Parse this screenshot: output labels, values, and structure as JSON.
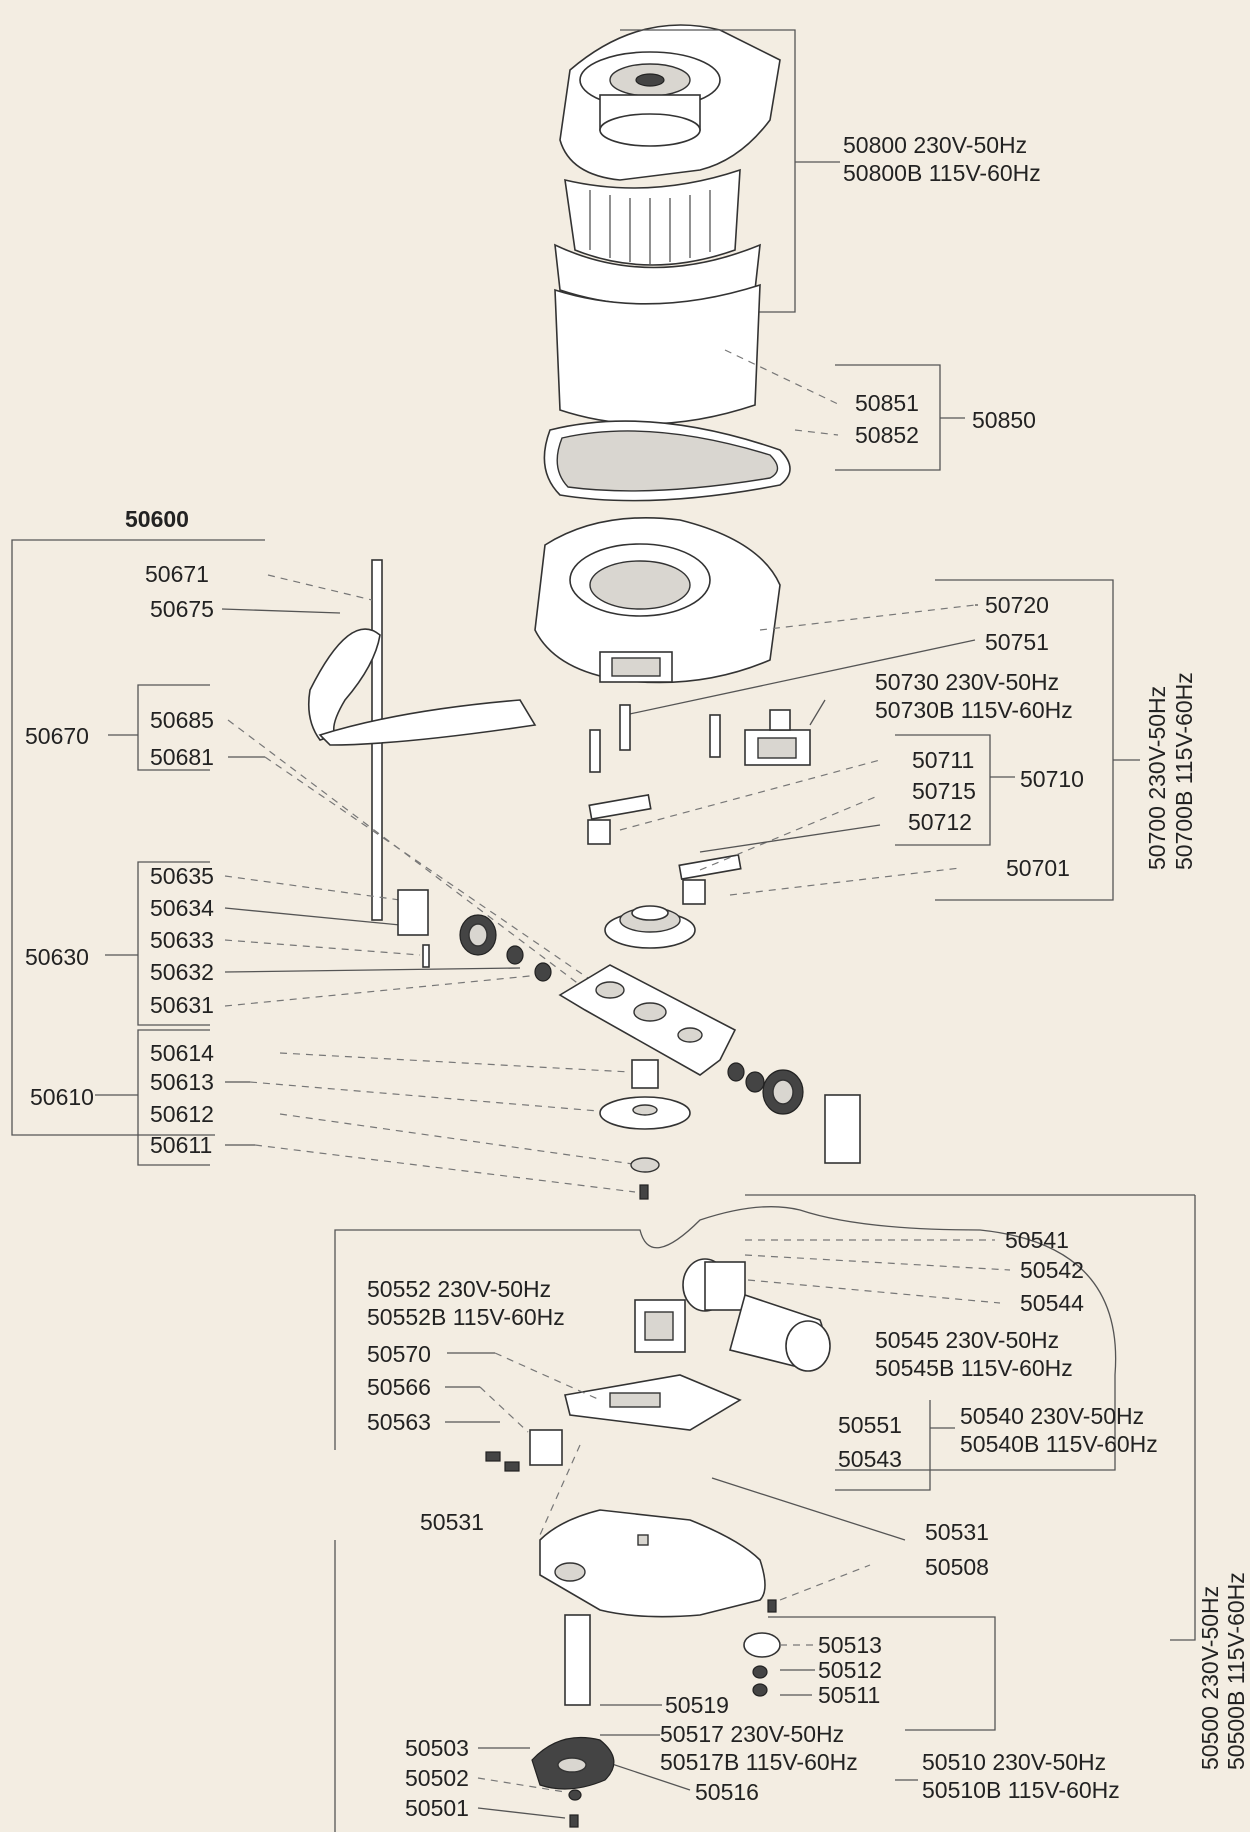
{
  "labels": {
    "p50800": "50800 230V-50Hz",
    "p50800b": "50800B 115V-60Hz",
    "p50851": "50851",
    "p50852": "50852",
    "p50850": "50850",
    "p50600": "50600",
    "p50671": "50671",
    "p50675": "50675",
    "p50670": "50670",
    "p50685": "50685",
    "p50681": "50681",
    "p50720": "50720",
    "p50751": "50751",
    "p50730": "50730 230V-50Hz",
    "p50730b": "50730B 115V-60Hz",
    "p50711": "50711",
    "p50715": "50715",
    "p50710": "50710",
    "p50712": "50712",
    "p50701": "50701",
    "p50700": "50700 230V-50Hz",
    "p50700b": "50700B 115V-60Hz",
    "p50635": "50635",
    "p50634": "50634",
    "p50633": "50633",
    "p50632": "50632",
    "p50631": "50631",
    "p50630": "50630",
    "p50614": "50614",
    "p50613": "50613",
    "p50612": "50612",
    "p50611": "50611",
    "p50610": "50610",
    "p50541": "50541",
    "p50542": "50542",
    "p50544": "50544",
    "p50545": "50545 230V-50Hz",
    "p50545b": "50545B 115V-60Hz",
    "p50552": "50552 230V-50Hz",
    "p50552b": "50552B 115V-60Hz",
    "p50570": "50570",
    "p50566": "50566",
    "p50563": "50563",
    "p50551": "50551",
    "p50543": "50543",
    "p50540": "50540 230V-50Hz",
    "p50540b": "50540B 115V-60Hz",
    "p50531a": "50531",
    "p50531b": "50531",
    "p50508": "50508",
    "p50513": "50513",
    "p50512": "50512",
    "p50511": "50511",
    "p50519": "50519",
    "p50517": "50517 230V-50Hz",
    "p50517b": "50517B 115V-60Hz",
    "p50516": "50516",
    "p50510": "50510 230V-50Hz",
    "p50510b": "50510B 115V-60Hz",
    "p50503": "50503",
    "p50502": "50502",
    "p50501": "50501",
    "p50500": "50500 230V-50Hz",
    "p50500b": "50500B 115V-60Hz"
  },
  "icons": {
    "motor": "motor-assembly-icon",
    "housing": "motor-housing-icon",
    "base": "upper-base-icon",
    "board": "control-board-icon"
  }
}
